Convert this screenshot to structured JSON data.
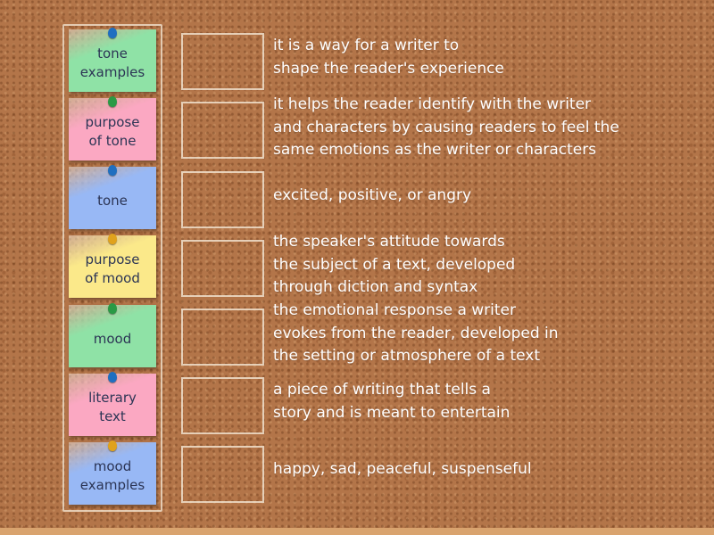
{
  "cards": [
    {
      "label": "tone\nexamples",
      "color": "#8fe2a6",
      "pin": "#1f6fc0"
    },
    {
      "label": "purpose\nof tone",
      "color": "#fba8c2",
      "pin": "#2a9a45"
    },
    {
      "label": "tone",
      "color": "#98b8f5",
      "pin": "#1f6fc0"
    },
    {
      "label": "purpose\nof mood",
      "color": "#fbe98a",
      "pin": "#e0a21c"
    },
    {
      "label": "mood",
      "color": "#8fe2a6",
      "pin": "#2a9a45"
    },
    {
      "label": "literary\ntext",
      "color": "#fba8c2",
      "pin": "#1f6fc0"
    },
    {
      "label": "mood\nexamples",
      "color": "#98b8f5",
      "pin": "#e0a21c"
    }
  ],
  "definitions": [
    "it is a way for a writer to\nshape the reader's experience",
    "it helps the reader identify with the writer\nand characters by causing readers to feel the\nsame emotions as the writer or characters",
    "excited, positive, or angry",
    "the speaker's attitude towards\nthe subject of a text, developed\nthrough diction and syntax",
    "the emotional response a writer\nevokes from the reader, developed in\nthe setting or atmosphere of a text",
    "a piece of writing that tells a\nstory and is meant to entertain",
    "happy, sad, peaceful, suspenseful"
  ]
}
